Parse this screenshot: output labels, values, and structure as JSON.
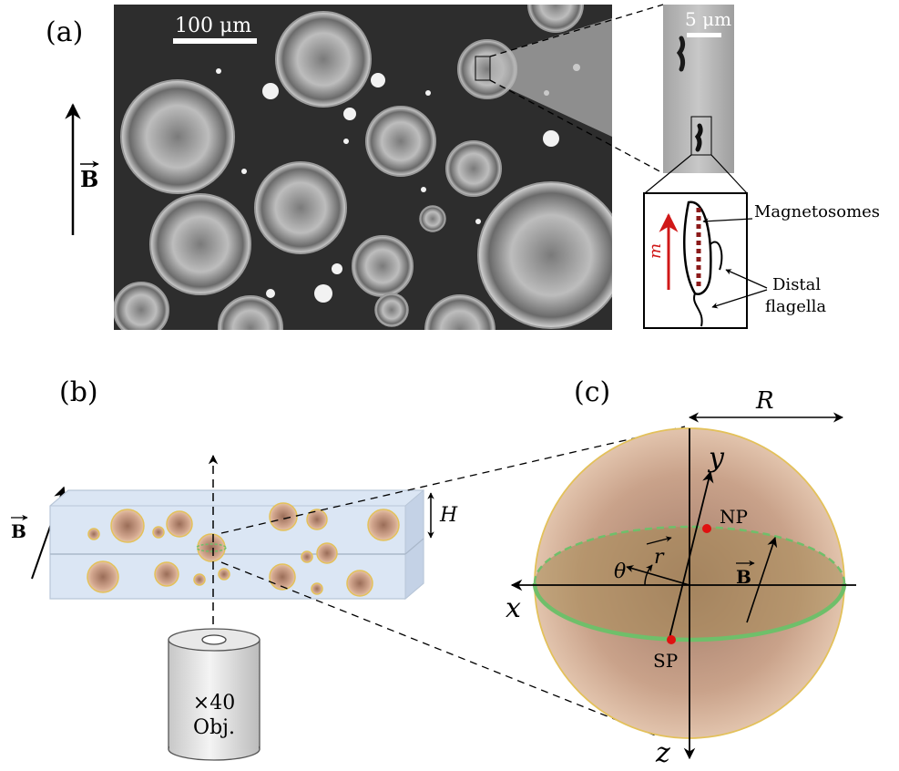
{
  "panel_a": {
    "label": "(a)",
    "scale_main": "100 μm",
    "scale_inset": "5 μm",
    "field_label": "B",
    "moment_label": "m",
    "annotations": {
      "magnetosomes": "Magnetosomes",
      "distal_line1": "Distal",
      "distal_line2": "flagella"
    }
  },
  "panel_b": {
    "label": "(b)",
    "field_label": "B",
    "height_label": "H",
    "objective_line1": "×40",
    "objective_line2": "Obj."
  },
  "panel_c": {
    "label": "(c)",
    "radius_label": "R",
    "x_label": "x",
    "y_label": "y",
    "z_label": "z",
    "north_pole": "NP",
    "south_pole": "SP",
    "r_label": "r",
    "theta_label": "θ",
    "field_label": "B"
  },
  "colors": {
    "droplet": "#c9a28a",
    "droplet_rim": "#e3c15a",
    "equator": "#6fbf6a",
    "pole_marker": "#e01010",
    "moment_arrow": "#d01818",
    "chamber": "#dbe6f4"
  }
}
